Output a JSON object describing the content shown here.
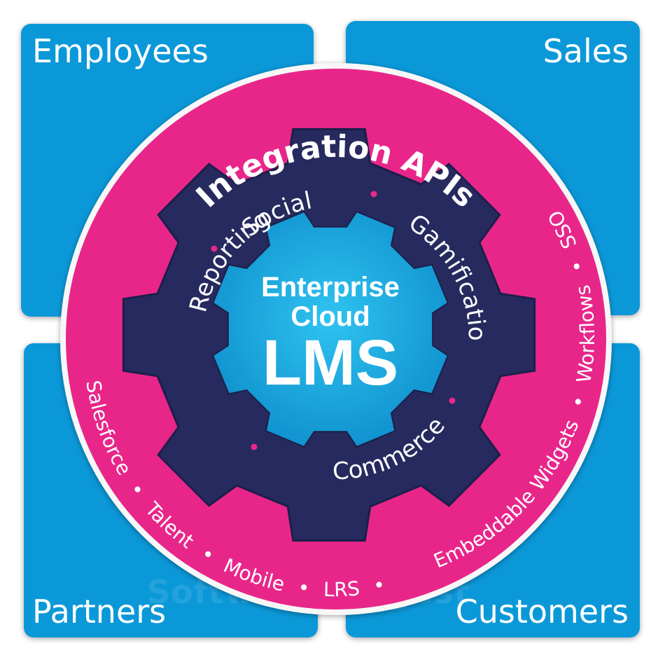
{
  "quadrants": {
    "top_left": "Employees",
    "top_right": "Sales",
    "bottom_left": "Partners",
    "bottom_right": "Customers"
  },
  "outer_ring": {
    "title": "Integration APIs",
    "items": [
      "Salesforce",
      "Talent",
      "Mobile",
      "LRS",
      "Embeddable Widgets",
      "Workflows",
      "SSO"
    ],
    "separator": "•"
  },
  "gear_ring": {
    "items": [
      "Social",
      "Gamification",
      "Commerce",
      "Reporting"
    ]
  },
  "center": {
    "line1": "Enterprise",
    "line2": "Cloud",
    "line3": "LMS"
  },
  "watermark": "SoftwareSuggest",
  "colors": {
    "quadrant_blue": "#0b98d8",
    "ring_pink": "#e8288a",
    "gear_navy": "#262a5e",
    "center_cyan": "#1aaee2"
  }
}
